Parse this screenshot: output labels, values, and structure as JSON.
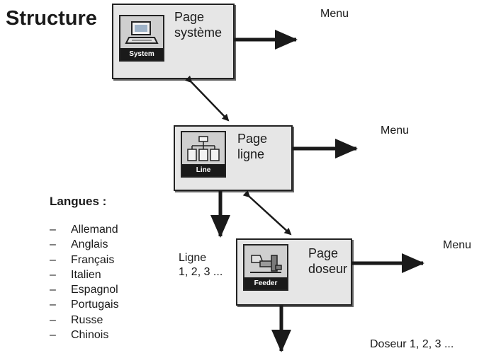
{
  "title": "Structure",
  "nodes": {
    "system": {
      "icon": "computer-icon",
      "icon_caption": "System",
      "label_line1": "Page",
      "label_line2": "système",
      "menu": "Menu"
    },
    "line": {
      "icon": "network-icon",
      "icon_caption": "Line",
      "label_line1": "Page",
      "label_line2": "ligne",
      "menu": "Menu"
    },
    "feeder": {
      "icon": "feeder-icon",
      "icon_caption": "Feeder",
      "label_line1": "Page",
      "label_line2": "doseur",
      "menu": "Menu"
    }
  },
  "line_numbers": {
    "line1": "Ligne",
    "line2": "1, 2, 3 ..."
  },
  "feeder_numbers": "Doseur 1, 2, 3 ...",
  "languages": {
    "title": "Langues  :",
    "items": [
      "Allemand",
      "Anglais",
      "Français",
      "Italien",
      "Espagnol",
      "Portugais",
      "Russe",
      "Chinois"
    ]
  },
  "colors": {
    "box_fill": "#e6e6e6",
    "icon_fill": "#cfcfcf",
    "outline": "#222222"
  }
}
